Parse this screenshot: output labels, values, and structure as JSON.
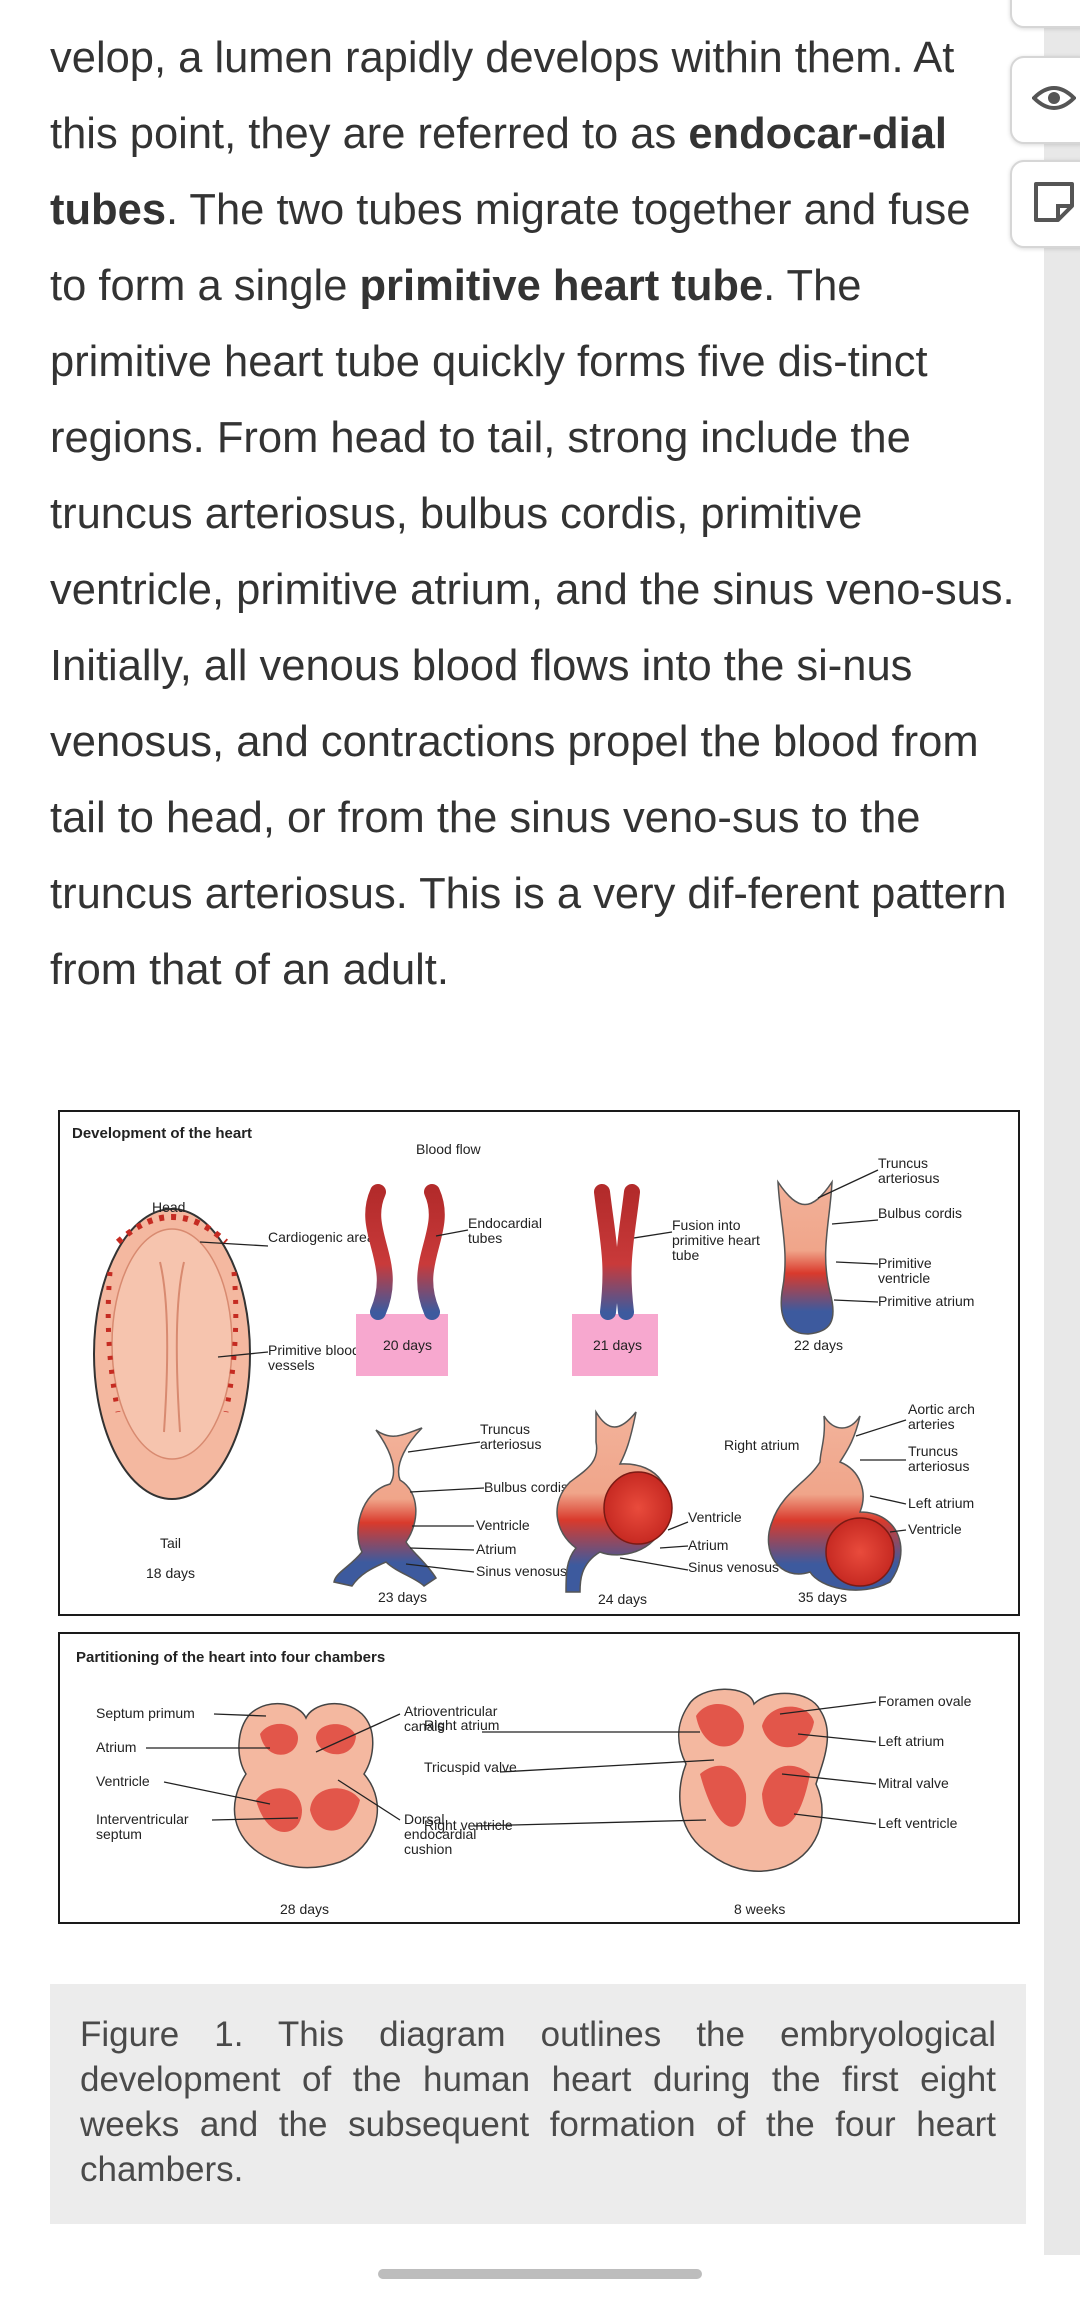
{
  "article": {
    "p1": "velop, a lumen rapidly develops within them. At this point, they are referred to as ",
    "b1": "endocar-dial tubes",
    "p2": ". The two tubes migrate together and fuse to form a single ",
    "b2": "primitive heart tube",
    "p3": ". The primitive heart tube quickly forms five dis-tinct regions. From head to tail, strong include the truncus arteriosus, bulbus cordis, primitive ventricle, primitive atrium, and the sinus veno-sus. Initially, all venous blood flows into the si-nus venosus, and contractions propel the blood from tail to head, or from the sinus veno-sus to the truncus arteriosus. This is a very dif-ferent pattern from that of an adult."
  },
  "sidebar": {
    "icons": [
      "eye-icon",
      "note-icon"
    ]
  },
  "figure": {
    "panel1": {
      "title": "Development of the heart",
      "blood_flow": "Blood flow",
      "head": "Head",
      "tail": "Tail",
      "d18": "18 days",
      "cardiogenic": "Cardiogenic area",
      "primitive_vessels": "Primitive blood vessels",
      "d20": "20 days",
      "endocardial": "Endocardial tubes",
      "d21": "21 days",
      "fusion": "Fusion into primitive heart tube",
      "d22": "22 days",
      "truncus": "Truncus arteriosus",
      "bulbus": "Bulbus cordis",
      "prim_ventricle": "Primitive ventricle",
      "prim_atrium": "Primitive atrium",
      "d23": "23 days",
      "ventricle": "Ventricle",
      "atrium": "Atrium",
      "sinus": "Sinus venosus",
      "d24": "24 days",
      "right_atrium": "Right atrium",
      "d35": "35 days",
      "aortic": "Aortic arch arteries",
      "left_atrium": "Left atrium"
    },
    "panel2": {
      "title": "Partitioning of the heart into four chambers",
      "septum_primum": "Septum primum",
      "atrium": "Atrium",
      "ventricle": "Ventricle",
      "iv_septum": "Interventricular septum",
      "av_canals": "Atrioventricular canals",
      "dorsal_cushion": "Dorsal endocardial cushion",
      "d28": "28 days",
      "right_atrium": "Right atrium",
      "tricuspid": "Tricuspid valve",
      "right_ventricle": "Right ventricle",
      "foramen": "Foramen ovale",
      "left_atrium": "Left atrium",
      "mitral": "Mitral valve",
      "left_ventricle": "Left ventricle",
      "w8": "8 weeks"
    }
  },
  "caption": "Figure 1. This diagram outlines the embryological development of the human heart during the first eight weeks and the subsequent formation of the four heart chambers."
}
